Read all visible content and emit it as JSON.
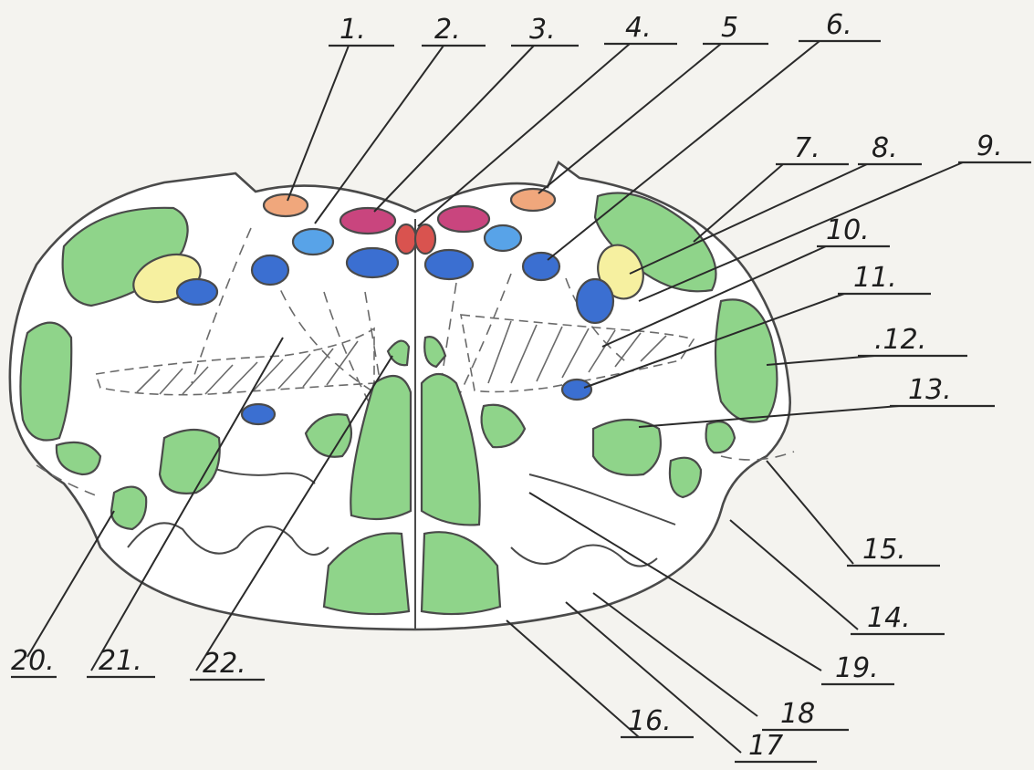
{
  "colors": {
    "green": "#8fd48a",
    "yellow": "#f6f0a0",
    "blue": "#3b6fd1",
    "light_blue": "#58a3e8",
    "magenta": "#c9457e",
    "orange": "#f0a77c",
    "red": "#d9534f",
    "outline": "#4a4a4a"
  },
  "labels": {
    "l1": "1.",
    "l2": "2.",
    "l3": "3.",
    "l4": "4.",
    "l5": "5",
    "l6": "6.",
    "l7": "7.",
    "l8": "8.",
    "l9": "9.",
    "l10": "10.",
    "l11": "11.",
    "l12": ".12.",
    "l13": "13.",
    "l14": "14.",
    "l15": "15.",
    "l16": "16.",
    "l17": "17",
    "l18": "18",
    "l19": "19.",
    "l20": "20.",
    "l21": "21.",
    "l22": "22."
  }
}
